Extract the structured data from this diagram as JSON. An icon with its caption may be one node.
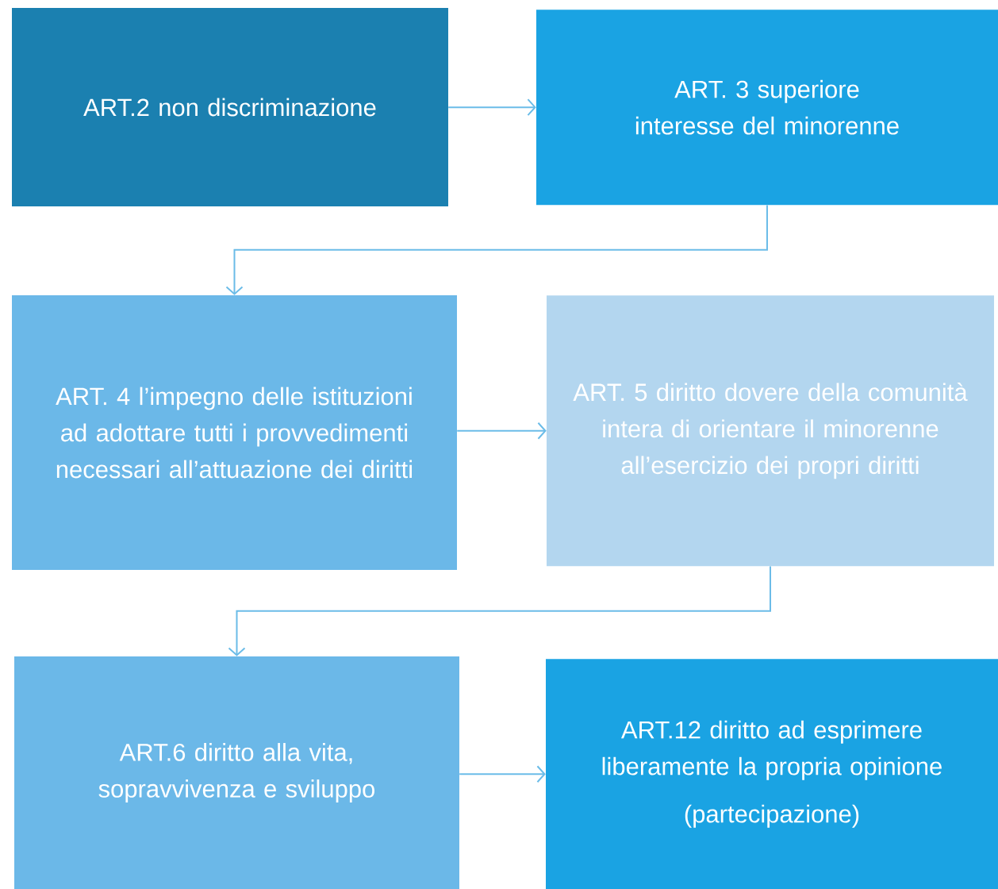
{
  "diagram": {
    "nodes": [
      {
        "text": [
          "ART.2  non discriminazione"
        ]
      },
      {
        "text": [
          "ART. 3  superiore interesse del minorenne"
        ]
      },
      {
        "text": [
          "ART. 4  l’impegno delle istituzioni ad adottare tutti i provvedimenti necessari all’attuazione dei diritti"
        ]
      },
      {
        "text": [
          "ART. 5 diritto dovere della comunità intera di  orientare il minorenne all’esercizio dei propri diritti"
        ]
      },
      {
        "text": [
          "ART.6  diritto alla vita, sopravvivenza e sviluppo"
        ]
      },
      {
        "text": [
          "ART.12 diritto ad esprimere liberamente la propria opinione",
          "(partecipazione)"
        ]
      }
    ],
    "edges": [
      {
        "from": 0,
        "to": 1,
        "arrow": "to"
      },
      {
        "from": 1,
        "to": 2,
        "arrow": "to"
      },
      {
        "from": 2,
        "to": 3,
        "arrow": "to"
      },
      {
        "from": 3,
        "to": 4,
        "arrow": "to"
      },
      {
        "from": 4,
        "to": 5,
        "arrow": "to"
      }
    ]
  }
}
